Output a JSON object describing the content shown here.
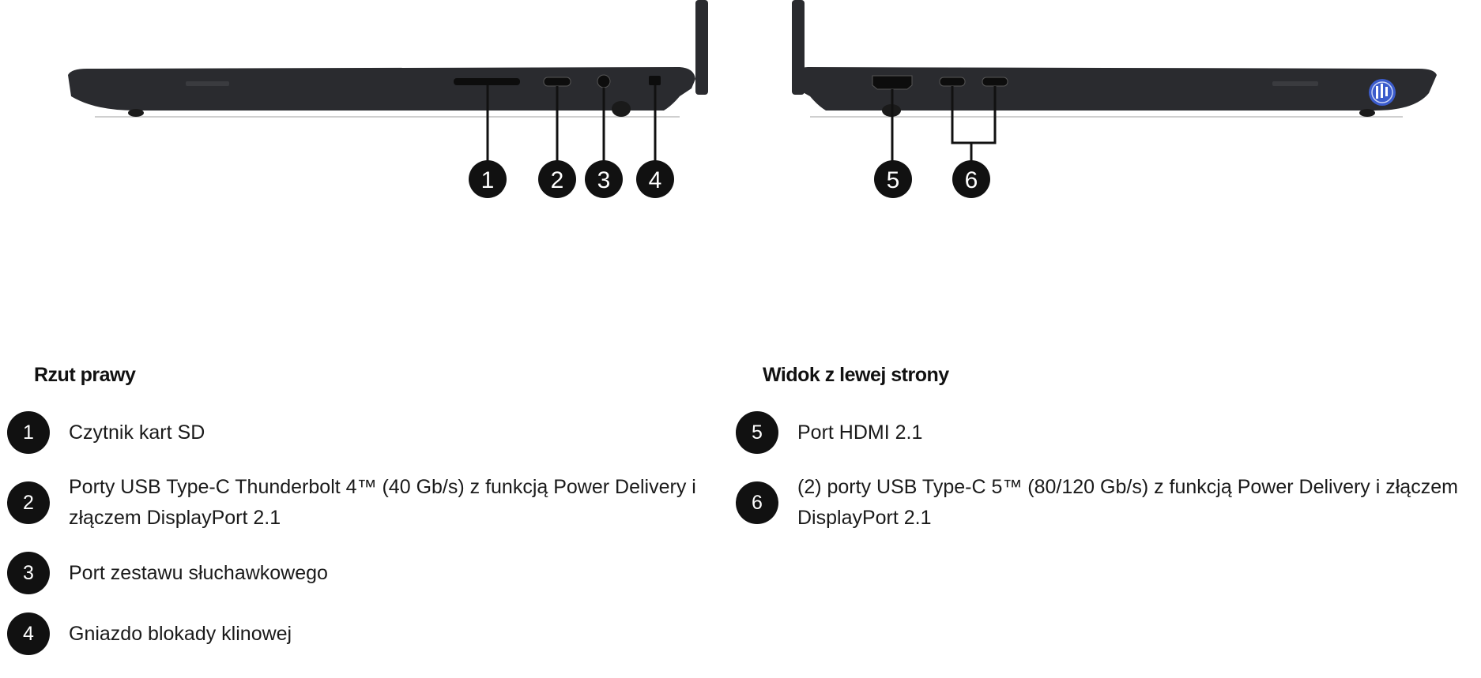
{
  "diagram": {
    "right_side_callouts": [
      "1",
      "2",
      "3",
      "4"
    ],
    "left_side_callouts": [
      "5",
      "6"
    ]
  },
  "right_view": {
    "title": "Rzut prawy",
    "items": [
      {
        "num": "1",
        "label": "Czytnik kart SD"
      },
      {
        "num": "2",
        "label": "Porty USB Type-C Thunderbolt 4™ (40 Gb/s) z funkcją Power Delivery i złączem DisplayPort 2.1"
      },
      {
        "num": "3",
        "label": "Port zestawu słuchawkowego"
      },
      {
        "num": "4",
        "label": "Gniazdo blokady klinowej"
      }
    ]
  },
  "left_view": {
    "title": "Widok z lewej strony",
    "items": [
      {
        "num": "5",
        "label": "Port HDMI 2.1"
      },
      {
        "num": "6",
        "label": "(2) porty USB Type-C 5™ (80/120 Gb/s) z funkcją Power Delivery i złączem DisplayPort 2.1"
      }
    ]
  },
  "colors": {
    "laptop_body": "#2a2b2f",
    "callout_fill": "#111111",
    "badge_fill": "#111111",
    "logo_blue": "#3b5ccc"
  }
}
